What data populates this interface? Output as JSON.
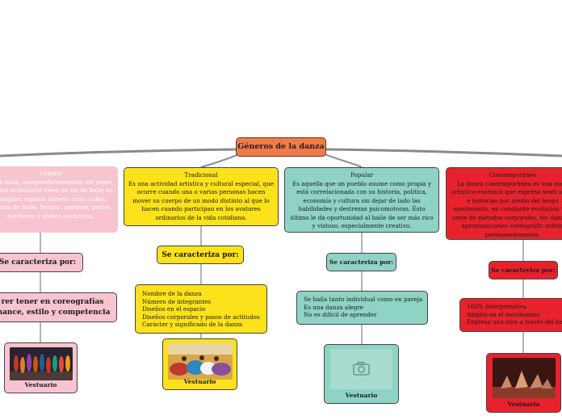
{
  "root": {
    "title": "Géneros de la danza"
  },
  "branches": {
    "urbano": {
      "title": "Urbano",
      "desc": "lo de baile, independientemente del rigen, el cual evolucionó fuera de los de baile en cualquier espacio abierto como calles, fiestas de baile, fiestas , parques, patios escolares y clubes nocturnos.",
      "caracteriza": "Se caracteriza por:",
      "trait": "rer tener en coreografías mance, estilo y competencia",
      "vestuario": "Vestuario",
      "color": "#f7c4d0"
    },
    "tradicional": {
      "title": "Tradicional",
      "desc": "Es una actividad artística y cultural especial, que ocurre cuando una o varias personas hacen mover su cuerpo de un modo distinto al que lo hacen cuando participan en los avatares ordinarios de la vida cotidiana.",
      "caracteriza": "Se caracteriza por:",
      "traits": [
        "Nombre de la danza",
        "Número de integrantes",
        "Diseños en el espacio",
        "Diseños corporales y pasos de actitudes",
        "Carácter y significado de la danza"
      ],
      "vestuario": "Vestuario",
      "color": "#fbe21a"
    },
    "popular": {
      "title": "Popular",
      "desc": "Es aquella que un pueblo asume como propia y está correlacionada con su historia, política, economía y cultura sin dejar de lado las habilidades y destrezas psicomotoras. Ésto último le da oportunidad al baile de ser más rico y vistoso, especialmente creativo.",
      "caracteriza": "Se caracteriza por:",
      "traits": [
        "Se baila tanto individual como en pareja",
        "Es una danza alegre",
        "No es difícil de aprender"
      ],
      "vestuario": "Vestuario",
      "color": "#8fd3c5"
    },
    "contemporaneo": {
      "title": "Contemporáneo",
      "desc": "La danza contemporánea es una mani artístico-escénica que expresa senti ideas e historias por medio del lengu movimiento, en constante evolución una serie de métodos corporales, téc danza y aproximaciones coreográfic sufren permanentemente.",
      "caracteriza": "Se caracteriza por:",
      "traits": [
        "100% Interpretativa",
        "Amplia en el movimiento",
        "Expresa una idea a través del ba"
      ],
      "vestuario": "Vestuario",
      "color": "#e8222d"
    }
  },
  "icons": {
    "photo_placeholder": "camera-icon"
  },
  "colors": {
    "root": "#f07a48",
    "lines": "#888888"
  }
}
